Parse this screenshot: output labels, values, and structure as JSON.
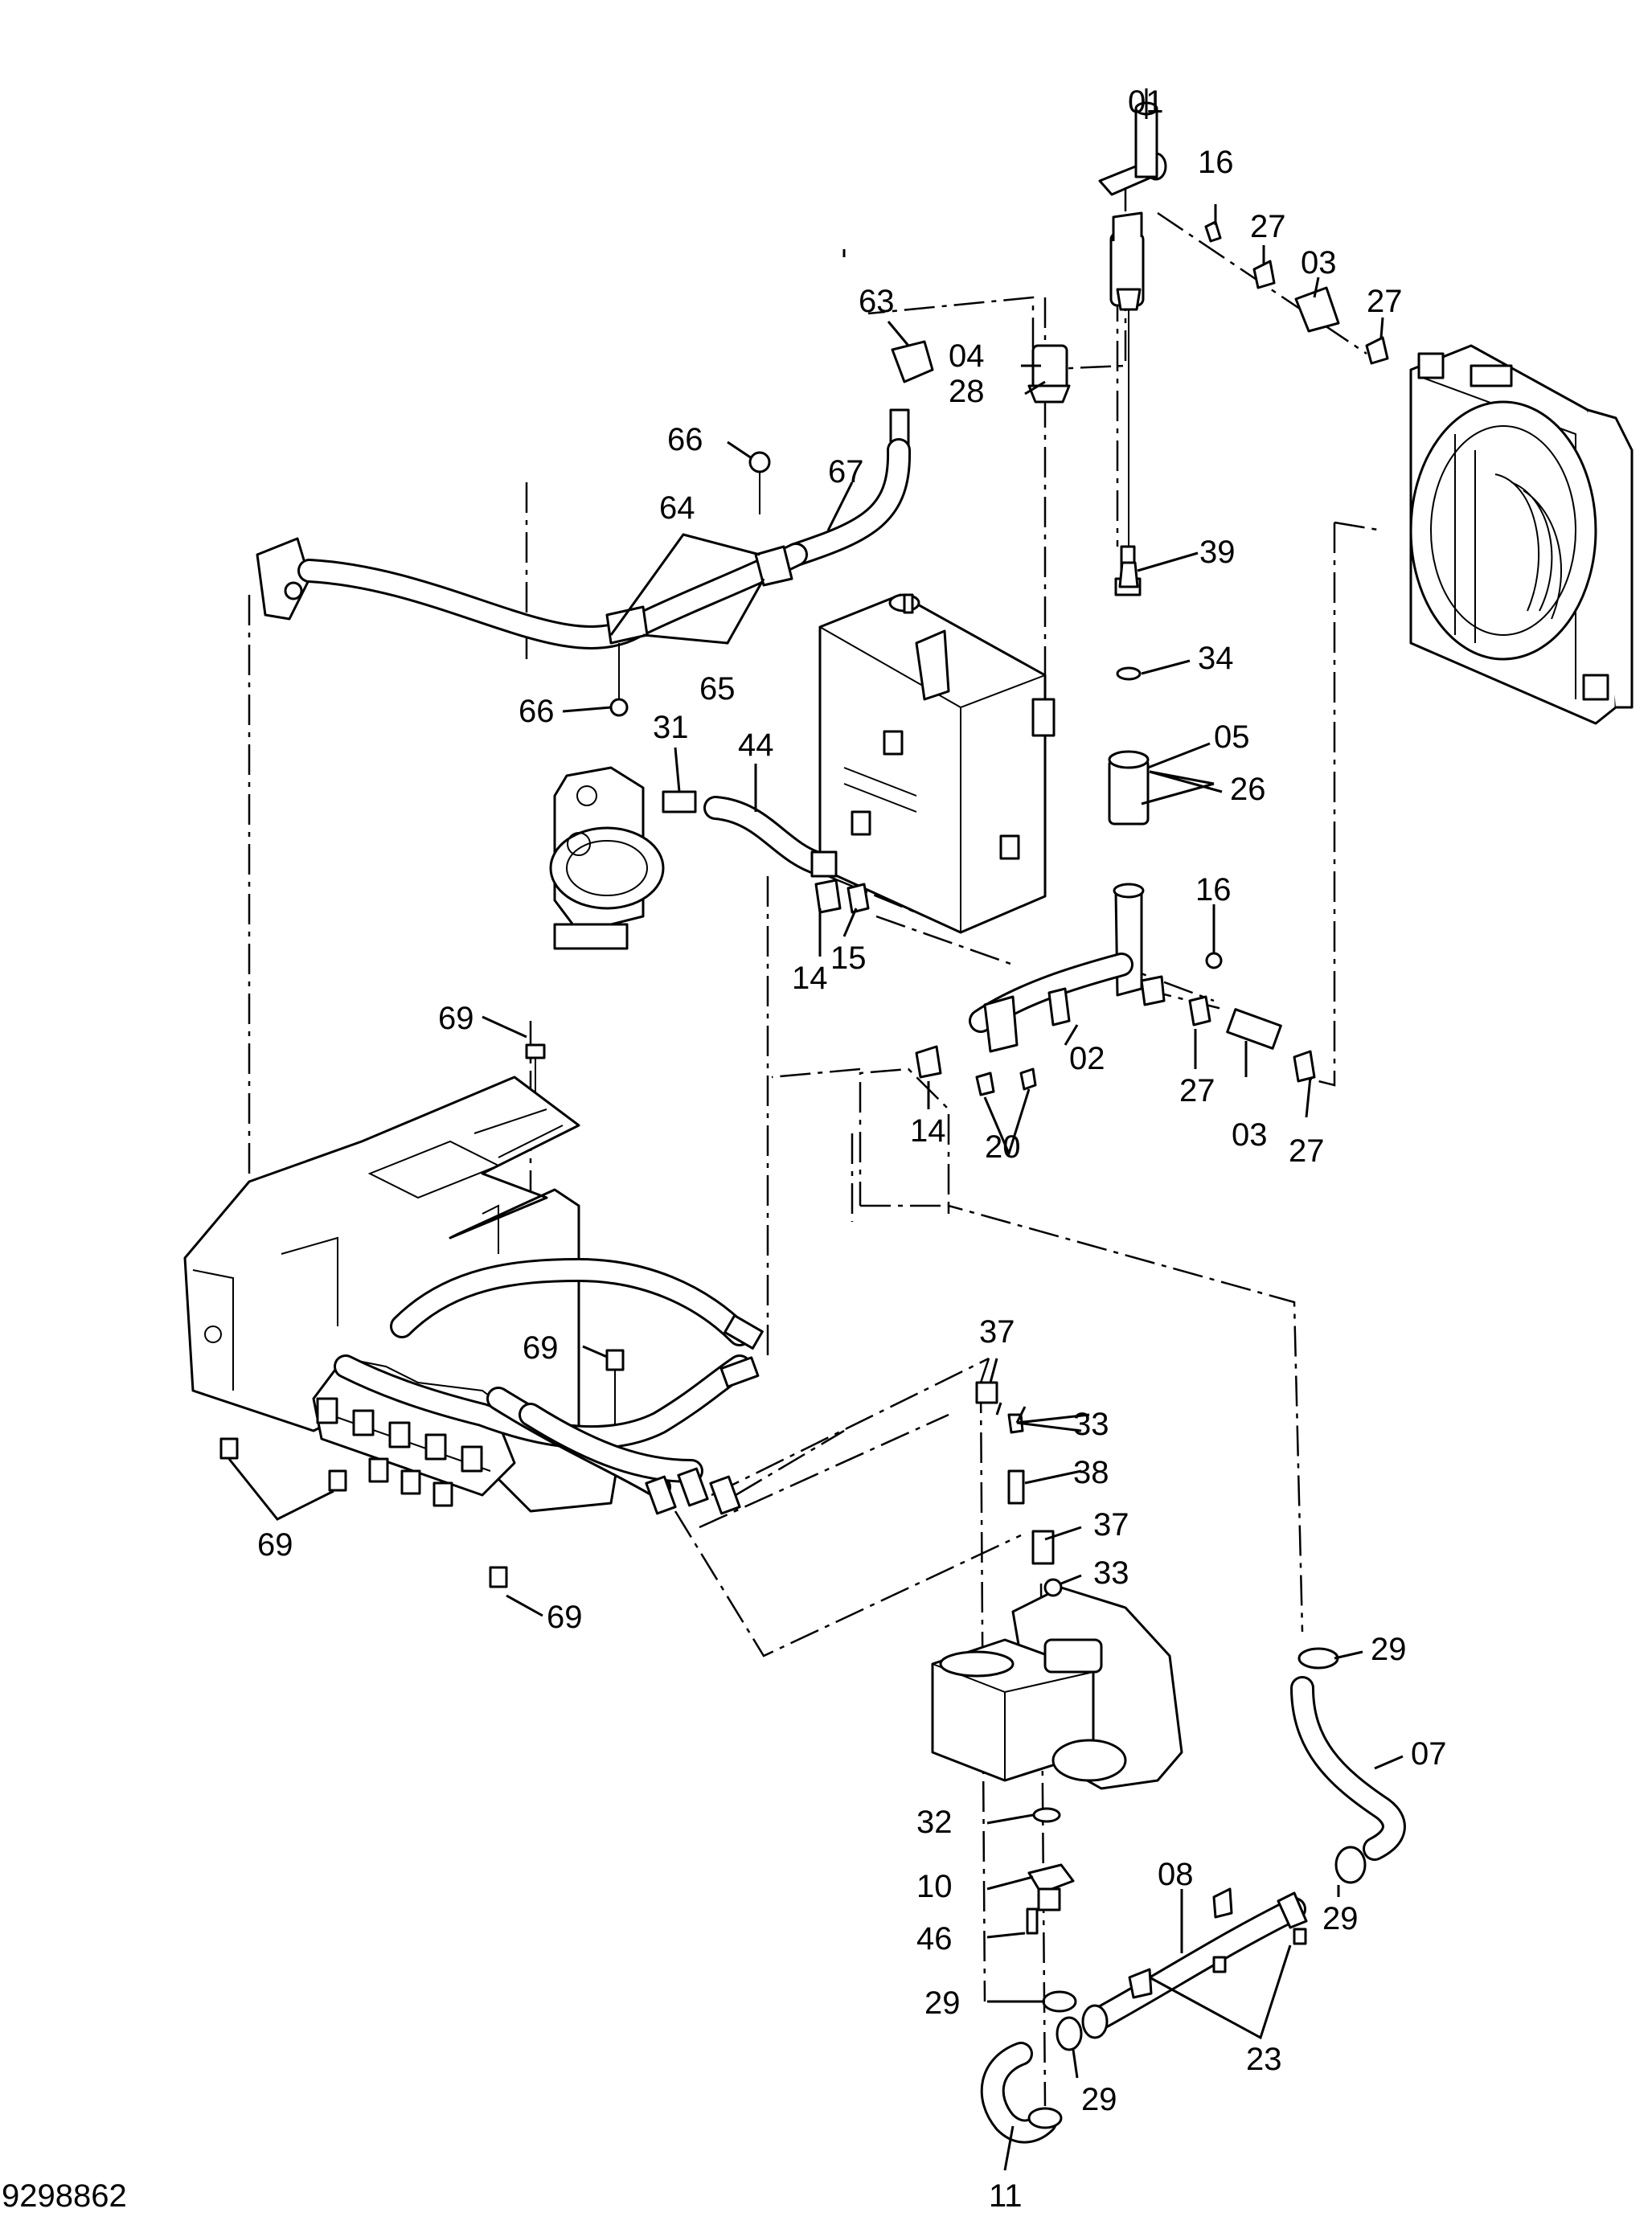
{
  "drawing_number": "9298862",
  "callouts": {
    "c01": "01",
    "c16a": "16",
    "c27a": "27",
    "c03a": "03",
    "c27b": "27",
    "c63": "63",
    "c04": "04",
    "c28": "28",
    "c66a": "66",
    "c67": "67",
    "c64": "64",
    "c39": "39",
    "c65": "65",
    "c34": "34",
    "c66b": "66",
    "c31": "31",
    "c44": "44",
    "c05": "05",
    "c26": "26",
    "c16b": "16",
    "c14a": "14",
    "c15": "15",
    "c02": "02",
    "c27c": "27",
    "c03b": "03",
    "c27d": "27",
    "c69a": "69",
    "c14b": "14",
    "c20": "20",
    "c37a": "37",
    "c69b": "69",
    "c33a": "33",
    "c38": "38",
    "c37b": "37",
    "c33b": "33",
    "c69c": "69",
    "c69d": "69",
    "c29a": "29",
    "c07": "07",
    "c32": "32",
    "c10": "10",
    "c08": "08",
    "c29b": "29",
    "c46": "46",
    "c29c": "29",
    "c29d": "29",
    "c23": "23",
    "c11": "11"
  }
}
